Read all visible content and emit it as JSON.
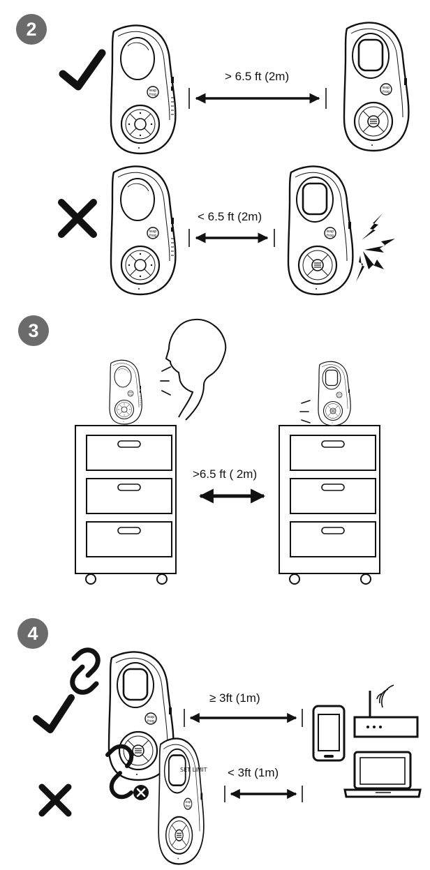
{
  "steps": {
    "two": "2",
    "three": "3",
    "four": "4"
  },
  "labels": {
    "far_distance": "> 6.5 ft (2m)",
    "near_distance": "< 6.5 ft (2m)",
    "room_distance": ">6.5 ft ( 2m)",
    "router_far": "≥  3ft (1m)",
    "router_near": "<  3ft (1m)"
  },
  "device": {
    "brand": "leap frog",
    "screen_text": "SET LIMIT"
  },
  "icons": {
    "correct": "checkmark-icon",
    "wrong": "cross-icon",
    "linked": "chain-link-icon",
    "unlinked": "broken-link-icon",
    "noise": "feedback-noise-icon",
    "voice": "sound-waves-icon",
    "phone": "smartphone-icon",
    "router": "wifi-router-icon",
    "laptop": "laptop-icon"
  },
  "colors": {
    "ink": "#111111",
    "badge": "#6b6b6b"
  }
}
